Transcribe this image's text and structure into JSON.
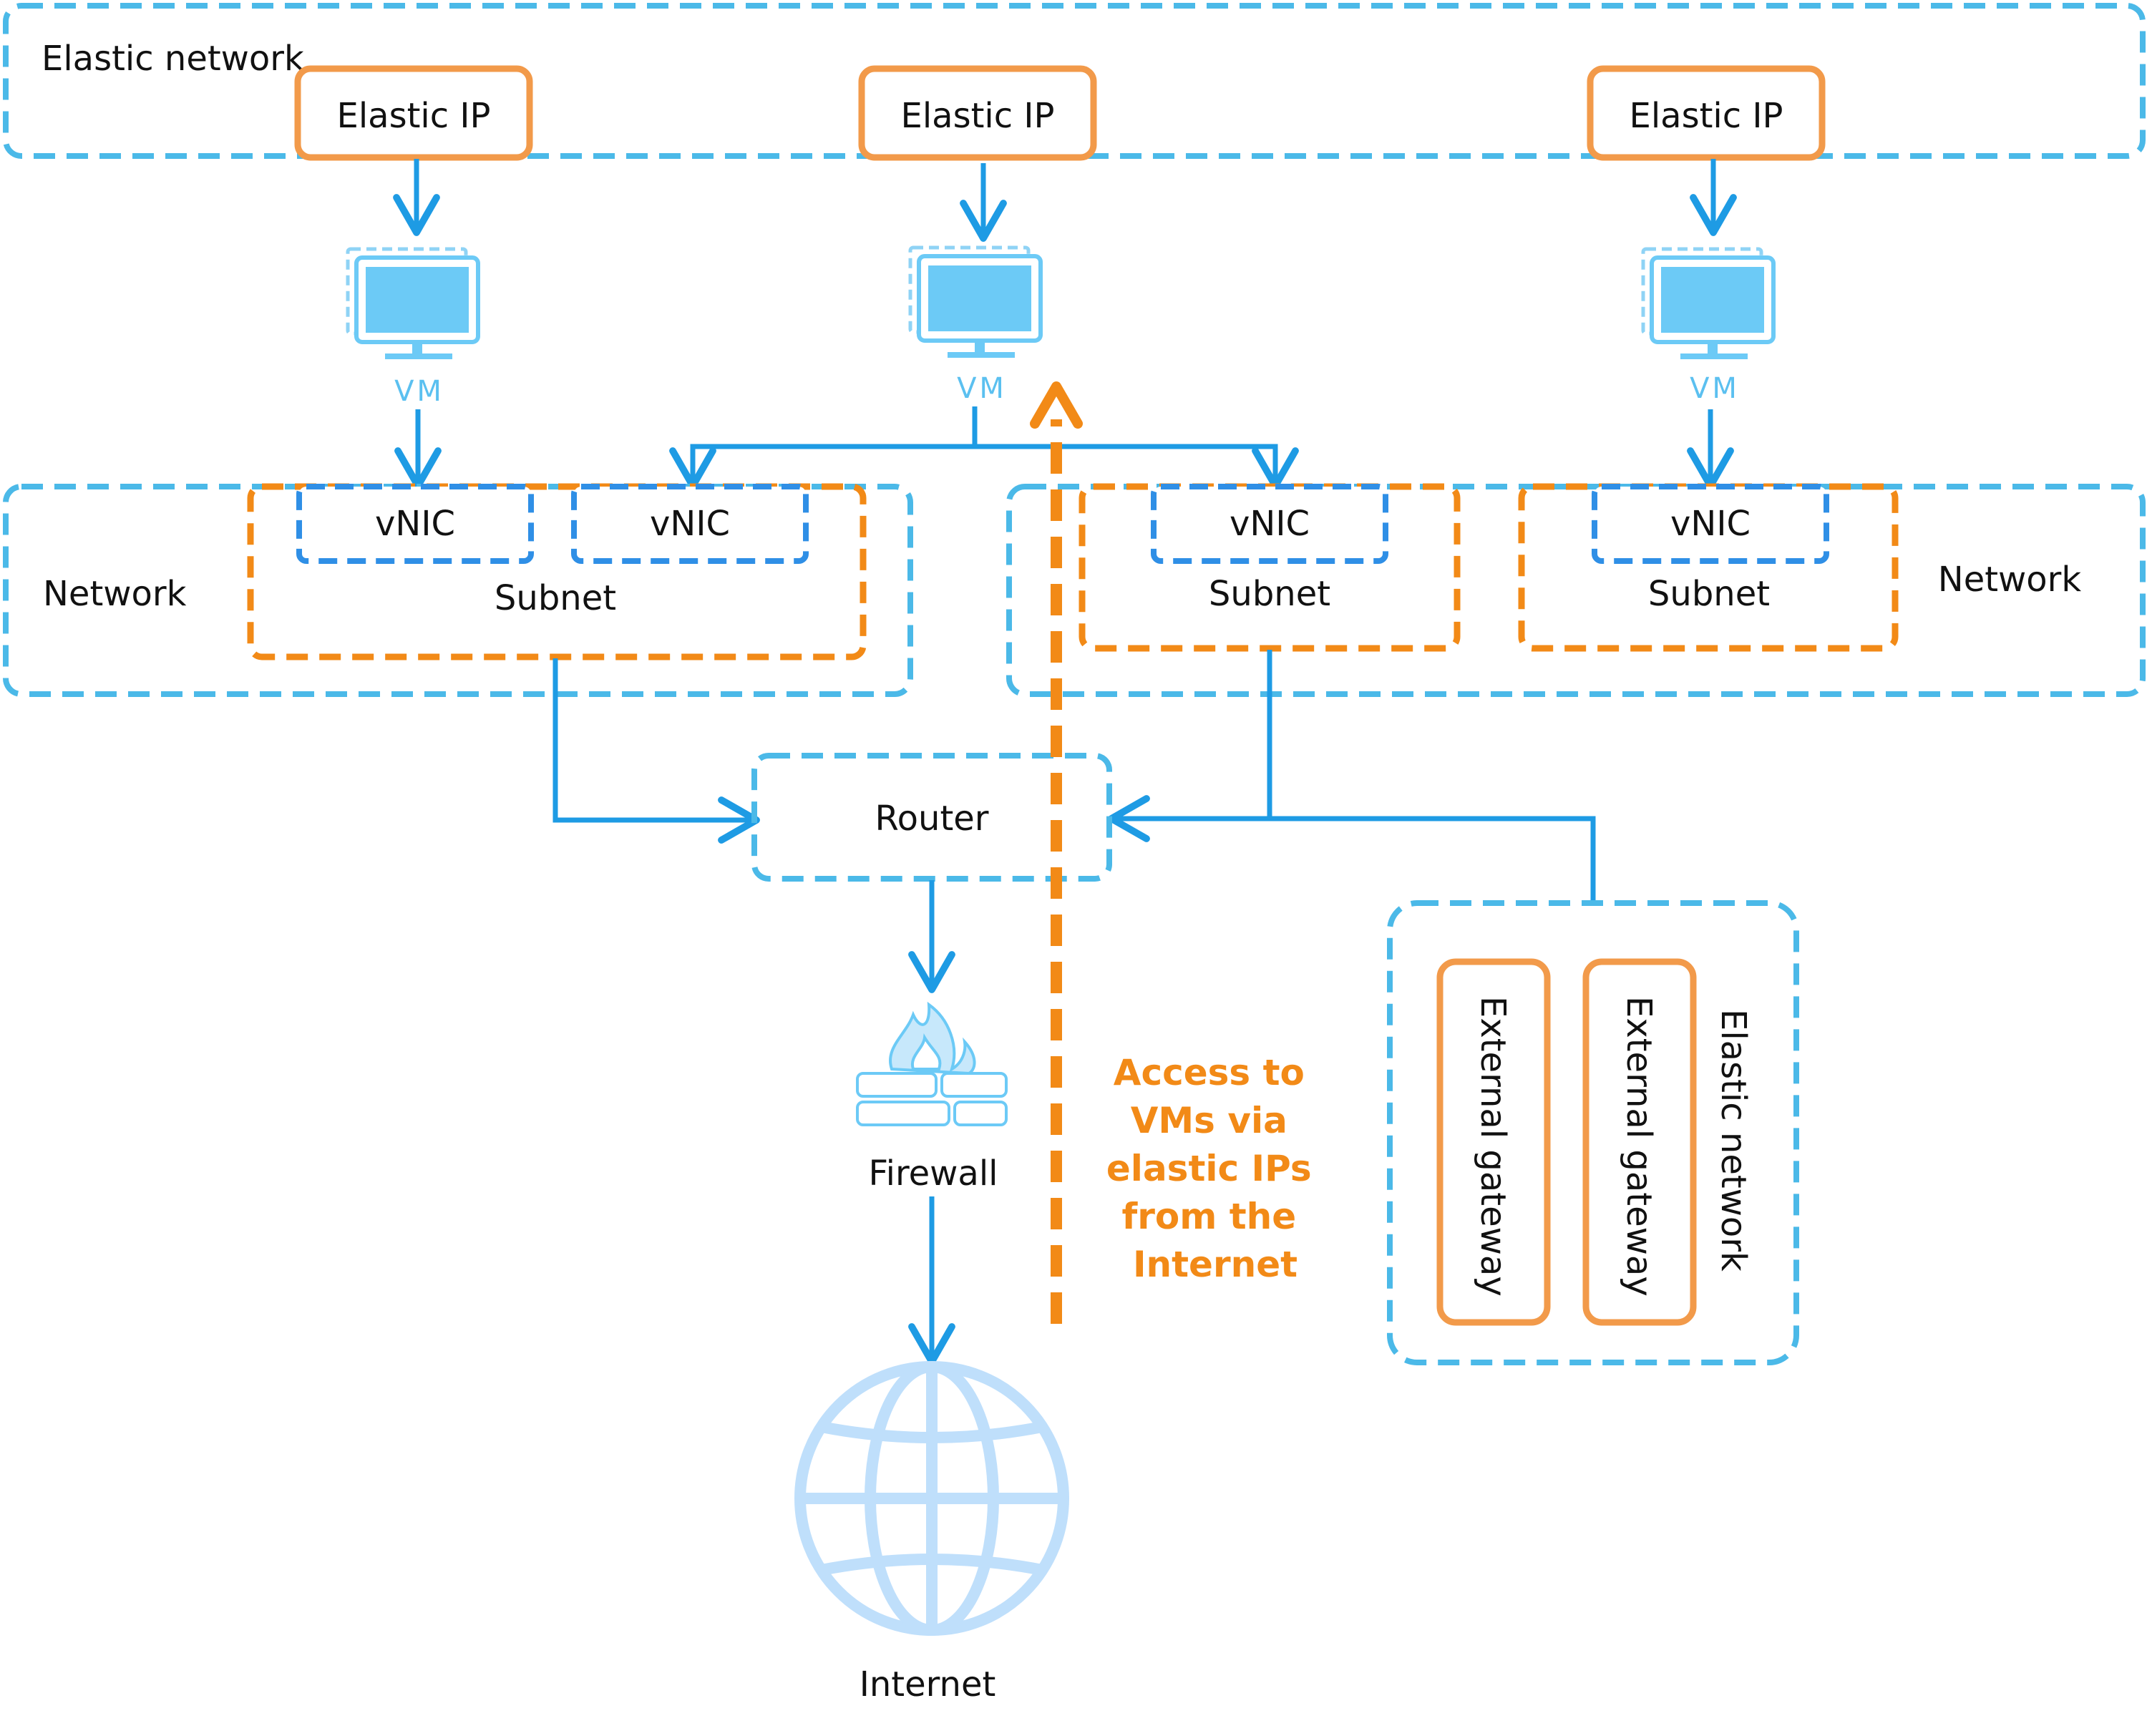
{
  "colors": {
    "accent_blue": "#1e9be4",
    "frame_blue": "#4bb9e8",
    "accent_orange": "#f28a17",
    "icon_blue": "#6ccaf6",
    "globe_blue": "#bfdffb"
  },
  "elastic_network_top": {
    "label": "Elastic network"
  },
  "elastic_ips": [
    {
      "label": "Elastic IP"
    },
    {
      "label": "Elastic IP"
    },
    {
      "label": "Elastic IP"
    }
  ],
  "vms": [
    {
      "label": "VM",
      "icon": "monitor-icon"
    },
    {
      "label": "VM",
      "icon": "monitor-icon"
    },
    {
      "label": "VM",
      "icon": "monitor-icon"
    }
  ],
  "networks": [
    {
      "label": "Network"
    },
    {
      "label": "Network"
    }
  ],
  "subnets": [
    {
      "label": "Subnet",
      "vnics": [
        "vNIC",
        "vNIC"
      ]
    },
    {
      "label": "Subnet",
      "vnics": [
        "vNIC"
      ]
    },
    {
      "label": "Subnet",
      "vnics": [
        "vNIC"
      ]
    }
  ],
  "router": {
    "label": "Router"
  },
  "firewall": {
    "label": "Firewall",
    "icon": "firewall-icon"
  },
  "internet": {
    "label": "Internet",
    "icon": "globe-icon"
  },
  "access_note": {
    "lines": [
      "Access to",
      "VMs via",
      "elastic IPs",
      "from the",
      "Internet"
    ]
  },
  "elastic_network_side": {
    "label": "Elastic network",
    "gateways": [
      {
        "label": "External gateway"
      },
      {
        "label": "External gateway"
      }
    ]
  }
}
